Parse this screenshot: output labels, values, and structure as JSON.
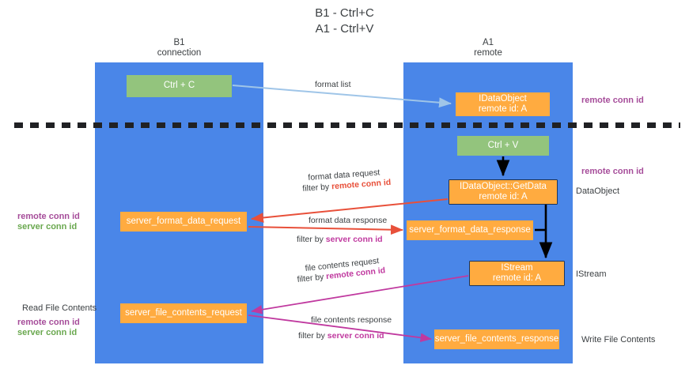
{
  "title": {
    "line1": "B1 - Ctrl+C",
    "line2": "A1 - Ctrl+V"
  },
  "lanes": [
    {
      "name": "B1",
      "subtitle": "connection",
      "color": "#4a86e8"
    },
    {
      "name": "A1",
      "subtitle": "remote",
      "color": "#4a86e8"
    }
  ],
  "colors": {
    "lane": "#4a86e8",
    "green_box": "#93c47d",
    "orange_box": "#ffab40",
    "purple_label": "#a64d9a",
    "green_label": "#6aa84f",
    "red_arrow": "#e8503a",
    "magenta_arrow": "#c0399f",
    "blue_arrow": "#9fc5e8",
    "black_arrow": "#000000",
    "text": "#3c4043"
  },
  "boxes": {
    "ctrl_c": {
      "line1": "Ctrl + C",
      "line2": ""
    },
    "idataobject": {
      "line1": "IDataObject",
      "line2": "remote id: A"
    },
    "ctrl_v": {
      "line1": "Ctrl + V",
      "line2": ""
    },
    "getdata": {
      "line1": "IDataObject::GetData",
      "line2": "remote id: A"
    },
    "server_format_data_request": {
      "line1": "server_format_data_request",
      "line2": ""
    },
    "server_format_data_response": {
      "line1": "server_format_data_response",
      "line2": ""
    },
    "istream": {
      "line1": "IStream",
      "line2": "remote id: A"
    },
    "server_file_contents_request": {
      "line1": "server_file_contents_request",
      "line2": ""
    },
    "server_file_contents_response": {
      "line1": "server_file_contents_response",
      "line2": ""
    }
  },
  "connectors": {
    "format_list": "format list",
    "format_data_request": "format data request",
    "format_data_request_filter_prefix": "filter by ",
    "format_data_request_filter_key": "remote conn id",
    "format_data_response": "format data response",
    "format_data_response_filter_prefix": "filter by ",
    "format_data_response_filter_key": "server conn id",
    "file_contents_request": "file contents request",
    "file_contents_request_filter_prefix": "filter by ",
    "file_contents_request_filter_key": "remote conn id",
    "file_contents_response": "file contents response",
    "file_contents_response_filter_prefix": "filter by ",
    "file_contents_response_filter_key": "server conn id"
  },
  "side_labels": {
    "right_remote_conn_id_top": "remote conn id",
    "right_remote_conn_id_mid": "remote conn id",
    "right_dataobject": "DataObject",
    "right_istream": "IStream",
    "right_write_file_contents": "Write File Contents",
    "left_read_file_contents": "Read File Contents",
    "left_remote_conn_id_1": "remote conn id",
    "left_server_conn_id_1": "server conn id",
    "left_remote_conn_id_2": "remote conn id",
    "left_server_conn_id_2": "server conn id"
  }
}
